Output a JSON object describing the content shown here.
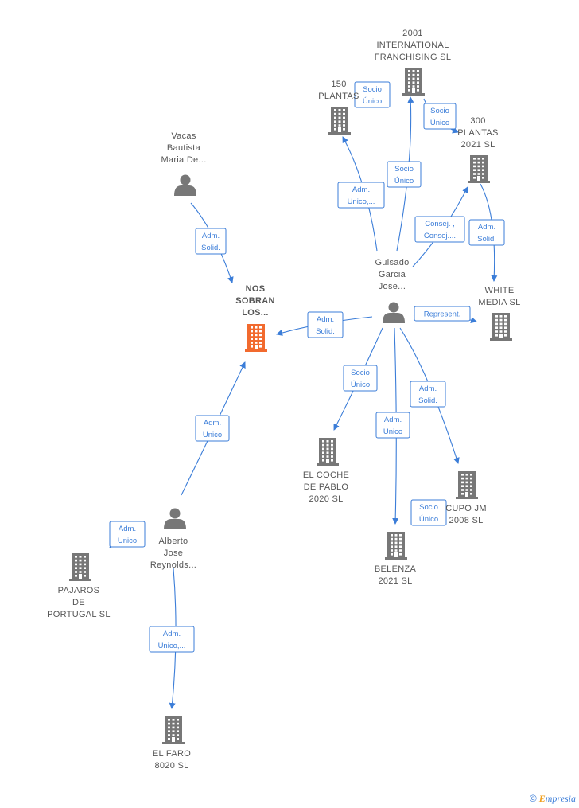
{
  "colors": {
    "edge": "#3b7dd8",
    "company": "#777777",
    "main_company": "#f26a2e",
    "person": "#777777",
    "label": "#555555"
  },
  "brand": {
    "symbol": "©",
    "initial": "E",
    "rest": "mpresia"
  },
  "nodes": [
    {
      "id": "nos",
      "type": "company",
      "main": true,
      "lines": [
        "NOS",
        "SOBRAN",
        "LOS..."
      ]
    },
    {
      "id": "vacas",
      "type": "person",
      "lines": [
        "Vacas",
        "Bautista",
        "Maria De..."
      ]
    },
    {
      "id": "guisado",
      "type": "person",
      "lines": [
        "Guisado",
        "Garcia",
        "Jose..."
      ]
    },
    {
      "id": "alberto",
      "type": "person",
      "lines": [
        "Alberto",
        "Jose",
        "Reynolds..."
      ]
    },
    {
      "id": "intl",
      "type": "company",
      "lines": [
        "2001",
        "INTERNATIONAL",
        "FRANCHISING SL"
      ]
    },
    {
      "id": "plantas150",
      "type": "company",
      "lines": [
        "150",
        "PLANTAS"
      ]
    },
    {
      "id": "plantas300",
      "type": "company",
      "lines": [
        "300",
        "PLANTAS",
        "2021  SL"
      ]
    },
    {
      "id": "white",
      "type": "company",
      "lines": [
        "WHITE",
        "MEDIA  SL"
      ]
    },
    {
      "id": "coche",
      "type": "company",
      "lines": [
        "EL COCHE",
        "DE PABLO",
        "2020  SL"
      ]
    },
    {
      "id": "belenza",
      "type": "company",
      "lines": [
        "BELENZA",
        "2021  SL"
      ]
    },
    {
      "id": "cupo",
      "type": "company",
      "lines": [
        "CUPO JM",
        "2008  SL"
      ]
    },
    {
      "id": "pajaros",
      "type": "company",
      "lines": [
        "PAJAROS",
        "DE",
        "PORTUGAL  SL"
      ]
    },
    {
      "id": "faro",
      "type": "company",
      "lines": [
        "EL FARO",
        "8020  SL"
      ]
    }
  ],
  "relations": [
    {
      "from": "vacas",
      "to": "nos",
      "lines": [
        "Adm.",
        "Solid."
      ]
    },
    {
      "from": "guisado",
      "to": "nos",
      "lines": [
        "Adm.",
        "Solid."
      ]
    },
    {
      "from": "alberto",
      "to": "nos",
      "lines": [
        "Adm.",
        "Unico"
      ]
    },
    {
      "from": "guisado",
      "to": "plantas150",
      "lines": [
        "Adm.",
        "Unico,..."
      ]
    },
    {
      "from": "guisado",
      "to": "intl",
      "lines": [
        "Socio",
        "Único"
      ]
    },
    {
      "from": "guisado",
      "to": "plantas300",
      "lines": [
        "Consej. ,",
        "Consej...."
      ]
    },
    {
      "from": "guisado",
      "to": "white",
      "lines": [
        "Represent."
      ]
    },
    {
      "from": "guisado",
      "to": "coche",
      "lines": [
        "Socio",
        "Único"
      ]
    },
    {
      "from": "guisado",
      "to": "belenza",
      "lines": [
        "Adm.",
        "Unico"
      ]
    },
    {
      "from": "guisado",
      "to": "cupo",
      "lines": [
        "Adm.",
        "Solid."
      ]
    },
    {
      "from": "plantas150",
      "to": "intl",
      "lines": [
        "Socio",
        "Único"
      ]
    },
    {
      "from": "intl",
      "to": "plantas300",
      "lines": [
        "Socio",
        "Único"
      ]
    },
    {
      "from": "plantas300",
      "to": "white",
      "lines": [
        "Adm.",
        "Solid."
      ]
    },
    {
      "from": "belenza",
      "to": "cupo",
      "lines": [
        "Socio",
        "Único"
      ]
    },
    {
      "from": "alberto",
      "to": "pajaros",
      "lines": [
        "Adm.",
        "Unico"
      ]
    },
    {
      "from": "alberto",
      "to": "faro",
      "lines": [
        "Adm.",
        "Unico,..."
      ]
    }
  ]
}
